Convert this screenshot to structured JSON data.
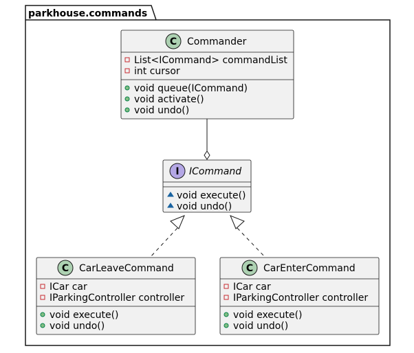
{
  "package": {
    "name": "parkhouse.commands"
  },
  "classes": {
    "commander": {
      "name": "Commander",
      "stereotype": "C",
      "kind": "class",
      "fields": [
        {
          "visibility": "private",
          "text": "List<ICommand> commandList"
        },
        {
          "visibility": "private",
          "text": "int cursor"
        }
      ],
      "methods": [
        {
          "visibility": "public",
          "text": "void queue(ICommand)"
        },
        {
          "visibility": "public",
          "text": "void activate()"
        },
        {
          "visibility": "public",
          "text": "void undo()"
        }
      ]
    },
    "icommand": {
      "name": "ICommand",
      "stereotype": "I",
      "kind": "interface",
      "fields": [],
      "methods": [
        {
          "visibility": "package",
          "text": "void execute()"
        },
        {
          "visibility": "package",
          "text": "void undo()"
        }
      ]
    },
    "carleave": {
      "name": "CarLeaveCommand",
      "stereotype": "C",
      "kind": "class",
      "fields": [
        {
          "visibility": "private",
          "text": "ICar car"
        },
        {
          "visibility": "private",
          "text": "IParkingController controller"
        }
      ],
      "methods": [
        {
          "visibility": "public",
          "text": "void execute()"
        },
        {
          "visibility": "public",
          "text": "void undo()"
        }
      ]
    },
    "carenter": {
      "name": "CarEnterCommand",
      "stereotype": "C",
      "kind": "class",
      "fields": [
        {
          "visibility": "private",
          "text": "ICar car"
        },
        {
          "visibility": "private",
          "text": "IParkingController controller"
        }
      ],
      "methods": [
        {
          "visibility": "public",
          "text": "void execute()"
        },
        {
          "visibility": "public",
          "text": "void undo()"
        }
      ]
    }
  },
  "relations": [
    {
      "type": "aggregation",
      "from": "commander",
      "to": "icommand"
    },
    {
      "type": "realization",
      "from": "carleave",
      "to": "icommand"
    },
    {
      "type": "realization",
      "from": "carenter",
      "to": "icommand"
    }
  ],
  "colors": {
    "box_fill": "#f1f1f1",
    "border": "#181818",
    "class_badge": "#add1b2",
    "interface_badge": "#b4a7e5",
    "private_marker": "#c82930",
    "public_marker": "#84be84",
    "package_marker": "#1963a0"
  }
}
